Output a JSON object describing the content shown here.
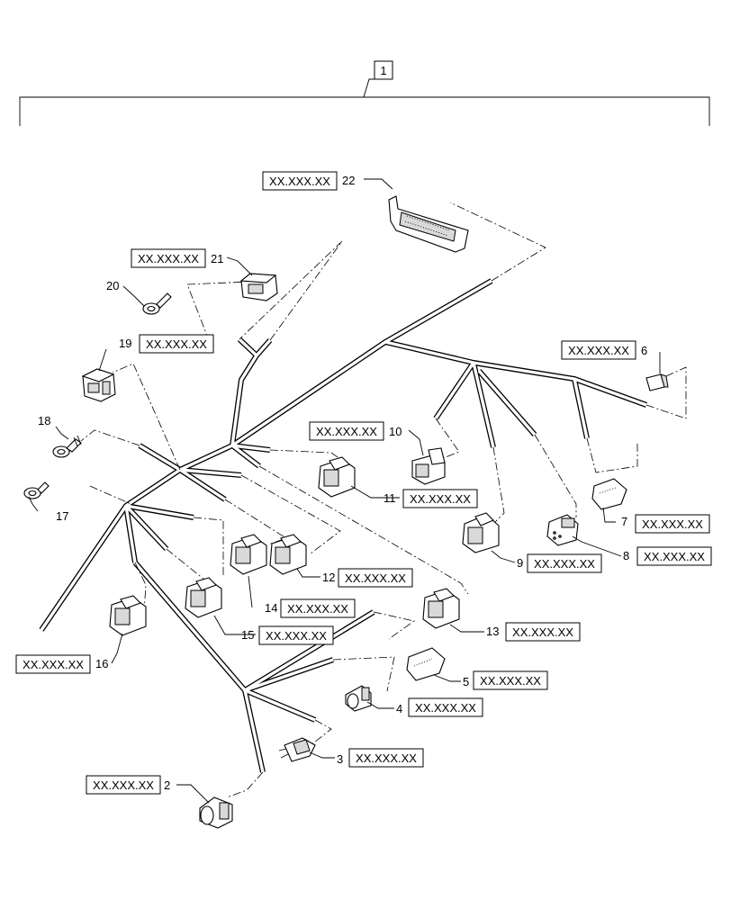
{
  "assembly": {
    "number": "1"
  },
  "reference_text": "XX.XXX.XX",
  "callouts": [
    {
      "id": "2",
      "label": "2",
      "ref": "XX.XXX.XX"
    },
    {
      "id": "3",
      "label": "3",
      "ref": "XX.XXX.XX"
    },
    {
      "id": "4",
      "label": "4",
      "ref": "XX.XXX.XX"
    },
    {
      "id": "5",
      "label": "5",
      "ref": "XX.XXX.XX"
    },
    {
      "id": "6",
      "label": "6",
      "ref": "XX.XXX.XX"
    },
    {
      "id": "7",
      "label": "7",
      "ref": "XX.XXX.XX"
    },
    {
      "id": "8",
      "label": "8",
      "ref": "XX.XXX.XX"
    },
    {
      "id": "9",
      "label": "9",
      "ref": "XX.XXX.XX"
    },
    {
      "id": "10",
      "label": "10",
      "ref": "XX.XXX.XX"
    },
    {
      "id": "11",
      "label": "11",
      "ref": "XX.XXX.XX"
    },
    {
      "id": "12",
      "label": "12",
      "ref": "XX.XXX.XX"
    },
    {
      "id": "13",
      "label": "13",
      "ref": "XX.XXX.XX"
    },
    {
      "id": "14",
      "label": "14",
      "ref": "XX.XXX.XX"
    },
    {
      "id": "15",
      "label": "15",
      "ref": "XX.XXX.XX"
    },
    {
      "id": "16",
      "label": "16",
      "ref": "XX.XXX.XX"
    },
    {
      "id": "17",
      "label": "17",
      "ref": ""
    },
    {
      "id": "18",
      "label": "18",
      "ref": ""
    },
    {
      "id": "19",
      "label": "19",
      "ref": "XX.XXX.XX"
    },
    {
      "id": "20",
      "label": "20",
      "ref": ""
    },
    {
      "id": "21",
      "label": "21",
      "ref": "XX.XXX.XX"
    },
    {
      "id": "22",
      "label": "22",
      "ref": "XX.XXX.XX"
    }
  ]
}
